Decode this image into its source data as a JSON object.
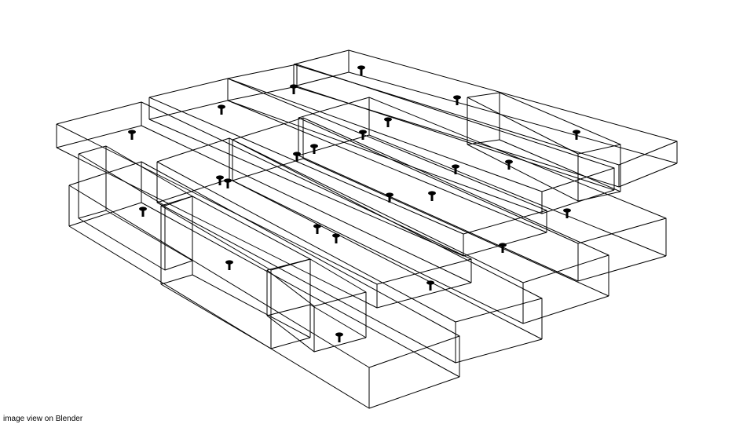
{
  "caption": "image view on Blender",
  "scene": {
    "description_type": "wireframe",
    "lower_layer_boards": 4,
    "upper_layer_boards": 4,
    "spacer_blocks": 4,
    "fastener_icon": "bolt-icon",
    "colors": {
      "background": "#ffffff",
      "line": "#000000"
    }
  }
}
